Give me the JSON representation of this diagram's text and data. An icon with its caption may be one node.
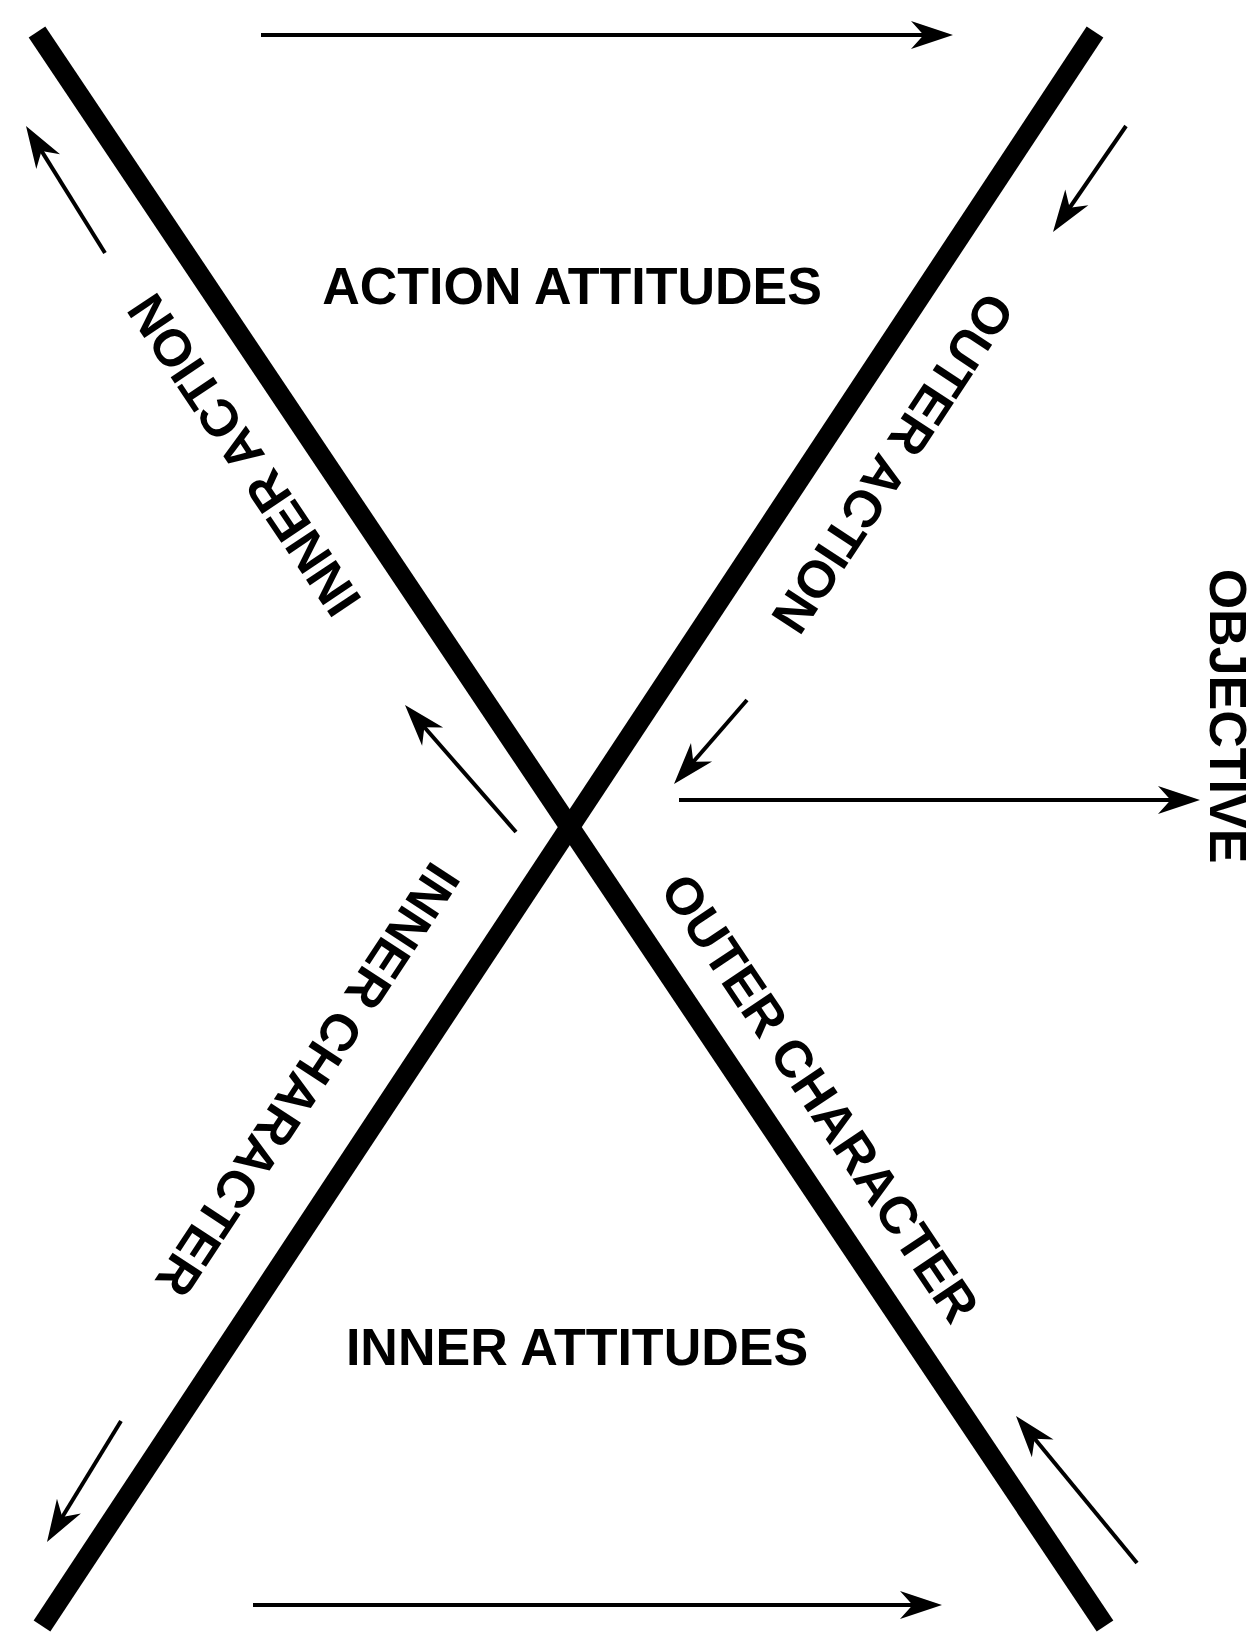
{
  "diagram": {
    "labels": [
      "ACTION ATTITUDES",
      "OUTER ACTION",
      "INNER ACTION",
      "OBJECTIVE",
      "INNER CHARACTER",
      "OUTER CHARACTER",
      "INNER ATTITUDES"
    ]
  }
}
